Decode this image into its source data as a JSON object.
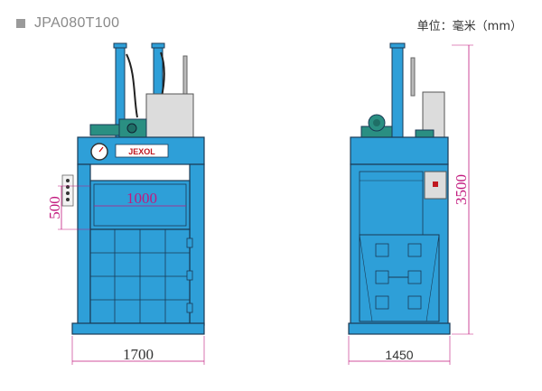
{
  "header": {
    "model": "JPA080T100",
    "unit_label": "单位：毫米（mm）"
  },
  "front_view": {
    "brand_logo": "JEXOL",
    "dimensions": {
      "width": "1700",
      "chamber_width": "1000",
      "chamber_height": "500"
    }
  },
  "side_view": {
    "dimensions": {
      "depth": "1450",
      "height": "3500"
    }
  },
  "colors": {
    "machine_blue": "#2e9fd8",
    "outline": "#1a3a55",
    "dimension_magenta": "#c2197e",
    "dimension_dark": "#333333",
    "motor_green": "#2a8f82",
    "panel_grey": "#dcdcdc"
  }
}
